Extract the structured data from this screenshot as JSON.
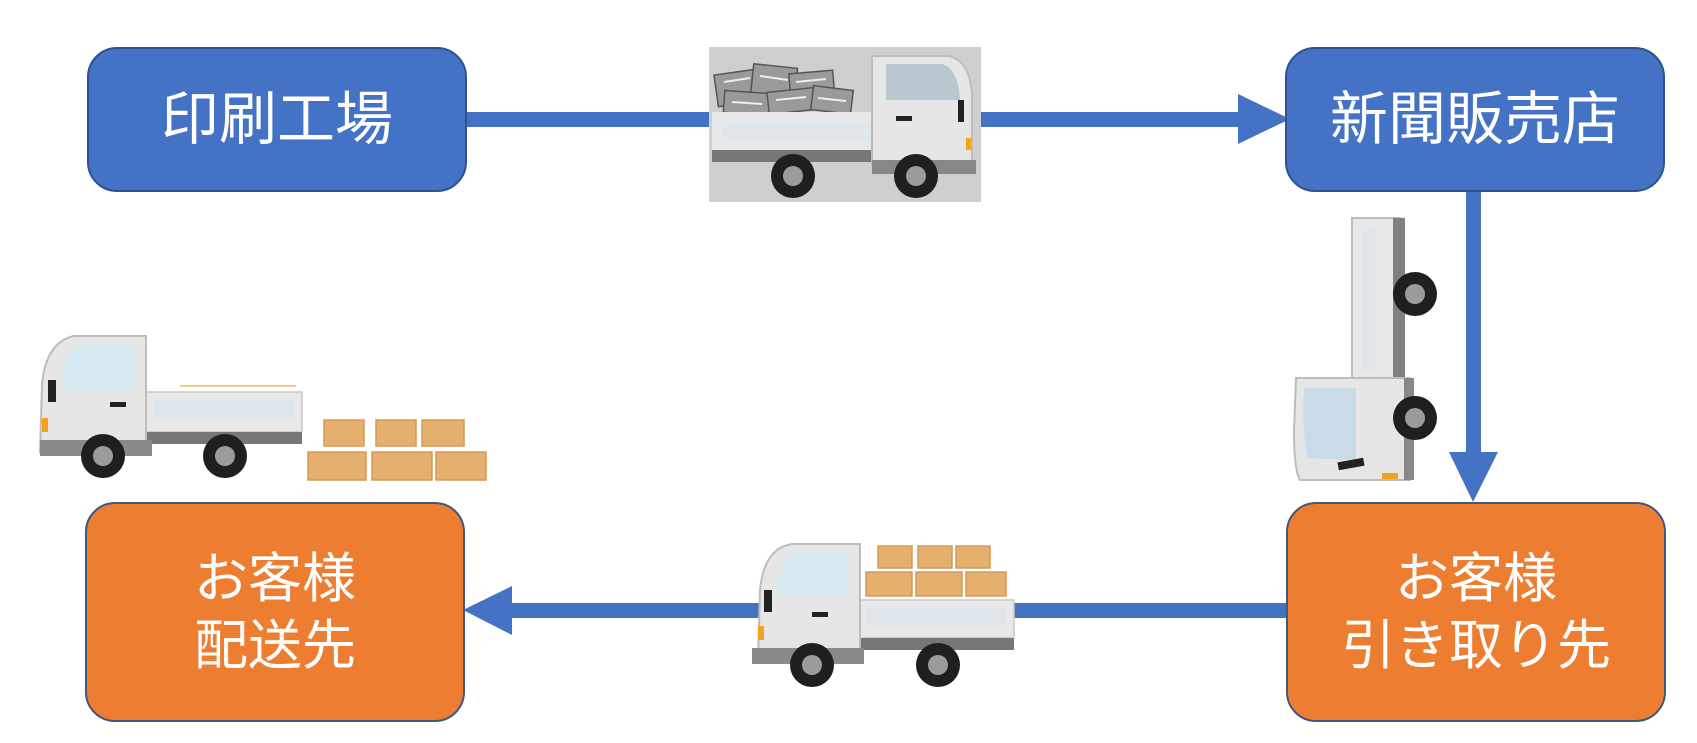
{
  "nodes": {
    "printing_plant": {
      "lines": [
        "印刷工場"
      ]
    },
    "newspaper_shop": {
      "lines": [
        "新聞販売店"
      ]
    },
    "customer_pickup": {
      "lines": [
        "お客様",
        "引き取り先"
      ]
    },
    "customer_delivery": {
      "lines": [
        "お客様",
        "配送先"
      ]
    }
  },
  "colors": {
    "node_blue": "#4472c4",
    "node_orange": "#ed7d31",
    "arrow": "#4472c4",
    "truck_body": "#e6e6e6",
    "box": "#e5b06e"
  },
  "icons": [
    "newspaper-truck-icon",
    "tilted-truck-icon",
    "box-truck-icon",
    "parked-truck-icon",
    "cardboard-boxes-icon"
  ]
}
